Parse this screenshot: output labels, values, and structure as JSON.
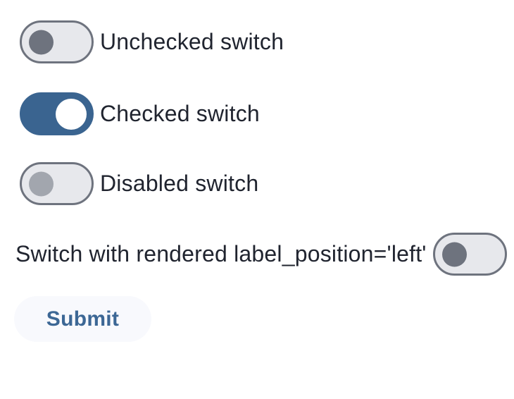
{
  "page": {
    "background": "#ffffff"
  },
  "colors": {
    "label_text": "#20242f",
    "track_fill": "#e7e8ec",
    "track_border_gray": "#6e737e",
    "knob_gray": "#6e737e",
    "knob_disabled_gray": "#a2a6ae",
    "checked_blue": "#3a6490",
    "checked_knob": "#ffffff",
    "submit_background": "#f8f9fd",
    "submit_text": "#3c6795"
  },
  "switches": [
    {
      "label": "Unchecked switch",
      "state": "unchecked",
      "disabled": false,
      "label_position": "right"
    },
    {
      "label": "Checked switch",
      "state": "checked",
      "disabled": false,
      "label_position": "right"
    },
    {
      "label": "Disabled switch",
      "state": "unchecked",
      "disabled": true,
      "label_position": "right"
    },
    {
      "label": "Switch with rendered label_position='left'",
      "state": "unchecked",
      "disabled": false,
      "label_position": "left"
    }
  ],
  "submit_button": {
    "label": "Submit"
  }
}
